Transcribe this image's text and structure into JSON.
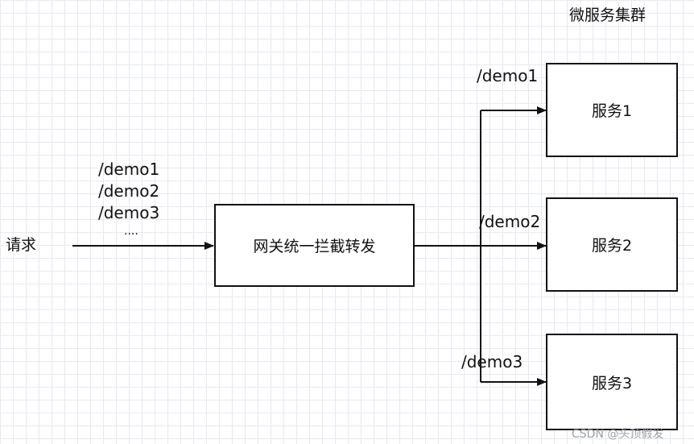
{
  "cluster_title": "微服务集群",
  "request_label": "请求",
  "incoming_routes": [
    "/demo1",
    "/demo2",
    "/demo3",
    "...."
  ],
  "gateway": {
    "label": "网关统一拦截转发"
  },
  "branches": [
    {
      "route": "/demo1",
      "service": "服务1"
    },
    {
      "route": "/demo2",
      "service": "服务2"
    },
    {
      "route": "/demo3",
      "service": "服务3"
    }
  ],
  "watermark": "CSDN @头顶假发",
  "colors": {
    "line": "#111111",
    "grid": "#e6e9f0",
    "watermark": "#9aa0a8"
  }
}
